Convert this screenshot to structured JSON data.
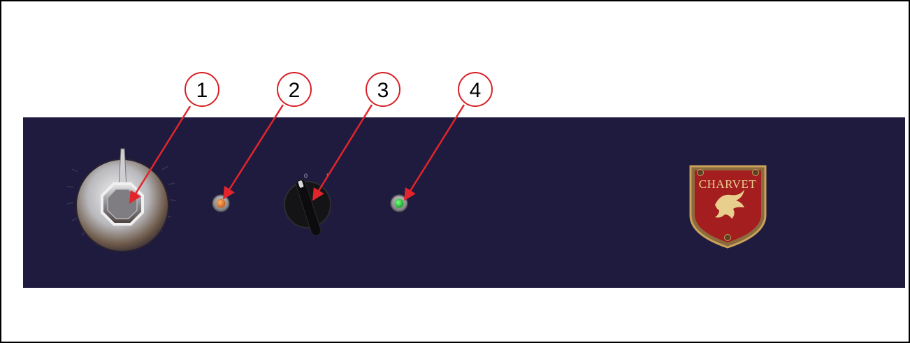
{
  "colors": {
    "panel": "#1e1b3e",
    "callout_stroke": "#d81f26",
    "arrow": "#e3242b",
    "amber_light": "#e07a2a",
    "green_light": "#22c33a",
    "logo_red": "#a41d1f",
    "logo_gold": "#c9a25a"
  },
  "callouts": [
    {
      "number": "1",
      "target": "thermostat-knob"
    },
    {
      "number": "2",
      "target": "amber-indicator-light"
    },
    {
      "number": "3",
      "target": "selector-switch"
    },
    {
      "number": "4",
      "target": "green-indicator-light"
    }
  ],
  "switch_marks": {
    "off": "0",
    "on": "I"
  },
  "logo": {
    "brand": "CHARVET",
    "emblem": "griffin"
  }
}
